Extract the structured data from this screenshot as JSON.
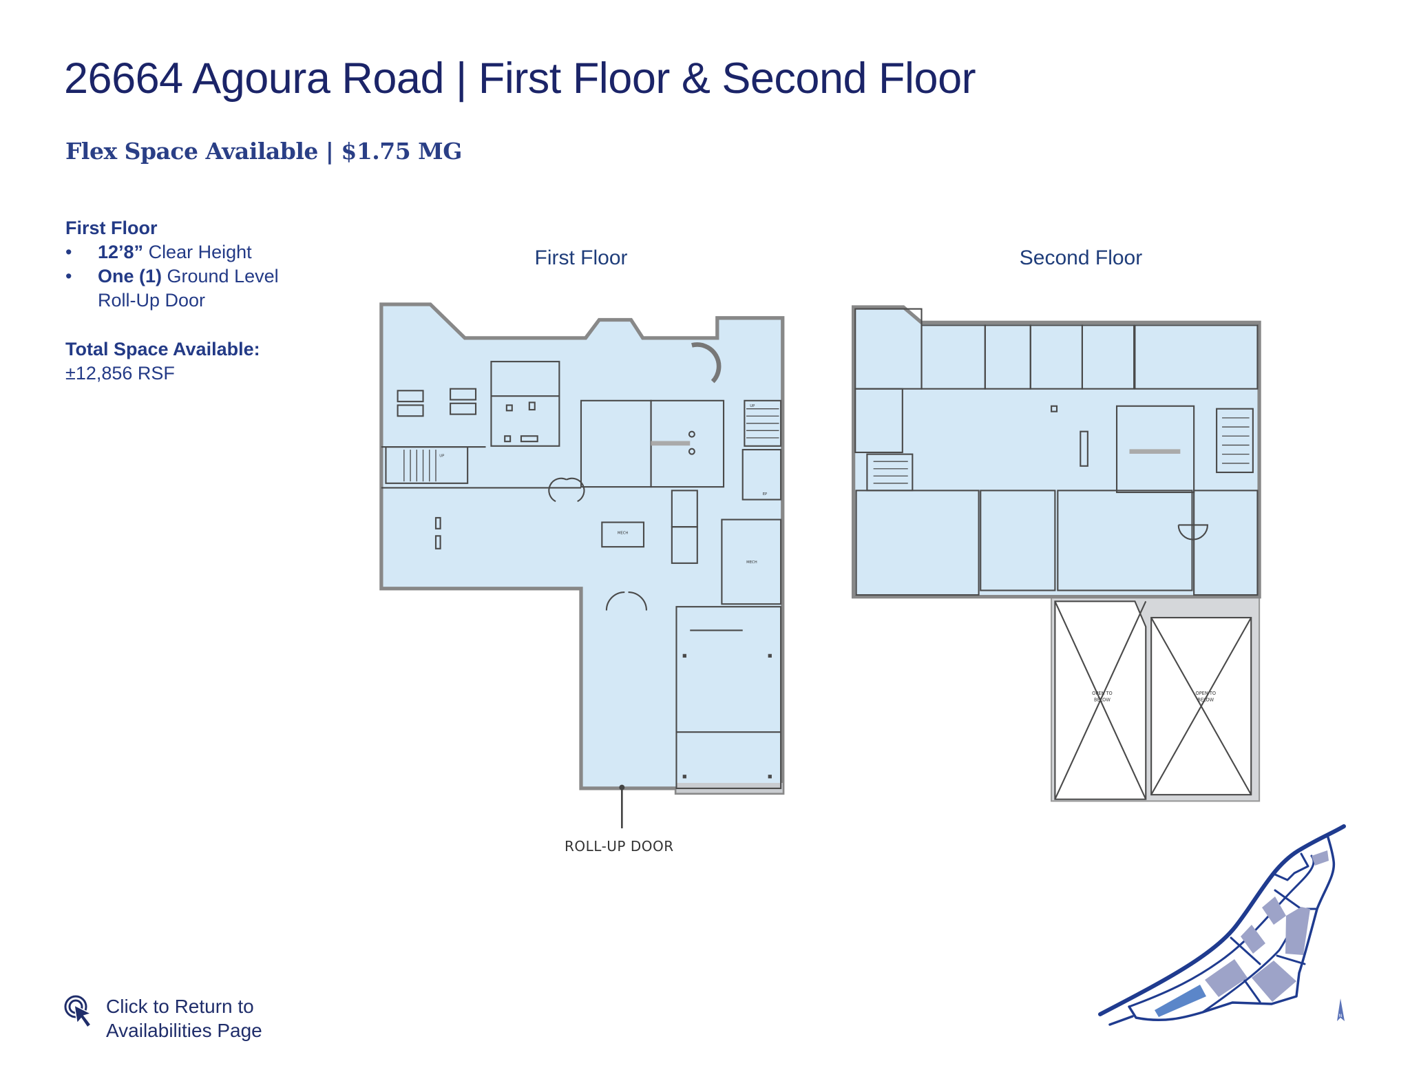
{
  "header": {
    "title": "26664 Agoura Road | First Floor & Second Floor",
    "subtitle": "Flex Space Available | $1.75 MG"
  },
  "details": {
    "heading": "First Floor",
    "bullets": [
      {
        "bold": "12’8”",
        "text": " Clear Height"
      },
      {
        "bold": "One (1)",
        "text": " Ground Level Roll-Up Door"
      }
    ],
    "total_label": "Total Space Available:",
    "total_value": "±12,856 RSF"
  },
  "plans": {
    "first_floor_label": "First Floor",
    "second_floor_label": "Second Floor",
    "roll_up_door_label": "ROLL-UP DOOR",
    "mech_label": "MECH",
    "up_label": "UP",
    "ep_label": "EP",
    "open_to_below": [
      "OPEN TO",
      "BELOW"
    ]
  },
  "return_link": {
    "line1": "Click to Return to",
    "line2": "Availabilities Page",
    "icon": "cursor-click-icon"
  },
  "site_map": {
    "north_label": "N"
  },
  "colors": {
    "navy": "#1b2468",
    "floor_fill": "#d4e8f6",
    "highlight_building": "#5b86c9",
    "other_building": "#9da3c8",
    "road": "#1f3b8f"
  }
}
